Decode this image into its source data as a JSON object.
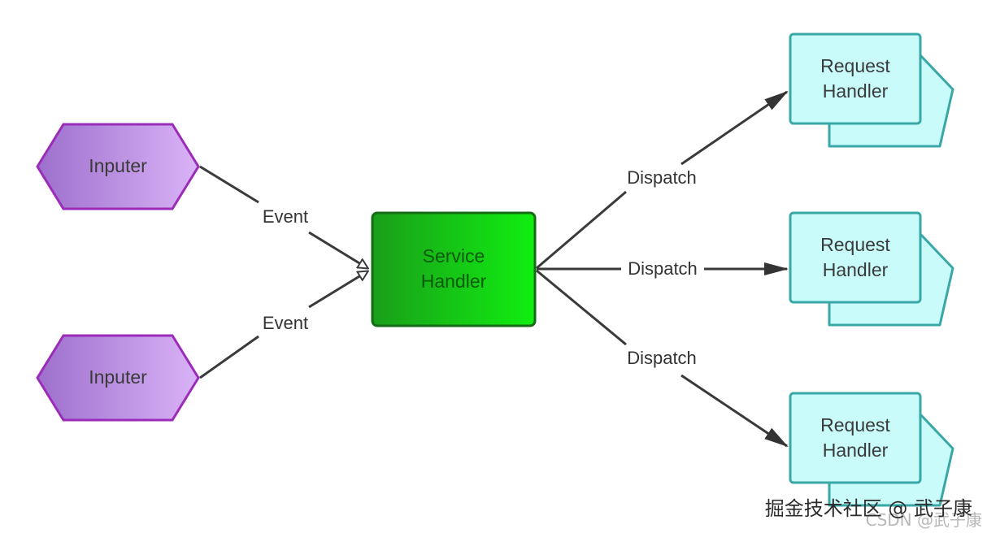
{
  "nodes": {
    "inputer_1": "Inputer",
    "inputer_2": "Inputer",
    "service_handler": [
      "Service",
      "Handler"
    ],
    "request_handler_1": [
      "Request",
      "Handler"
    ],
    "request_handler_2": [
      "Request",
      "Handler"
    ],
    "request_handler_3": [
      "Request",
      "Handler"
    ]
  },
  "edges": {
    "event_1": "Event",
    "event_2": "Event",
    "dispatch_1": "Dispatch",
    "dispatch_2": "Dispatch",
    "dispatch_3": "Dispatch"
  },
  "colors": {
    "inputer_fill_left": "#9d6fcc",
    "inputer_fill_right": "#d9b3f7",
    "inputer_stroke": "#9b2bb8",
    "service_fill_left": "#1a9e1a",
    "service_fill_right": "#11ee11",
    "service_stroke": "#156b15",
    "request_fill": "#c9fbfb",
    "request_stroke": "#3aa7a7",
    "edge": "#3a3a3a"
  },
  "watermark": {
    "main": "掘金技术社区 @ 武子康",
    "sub": "CSDN @武子康"
  }
}
